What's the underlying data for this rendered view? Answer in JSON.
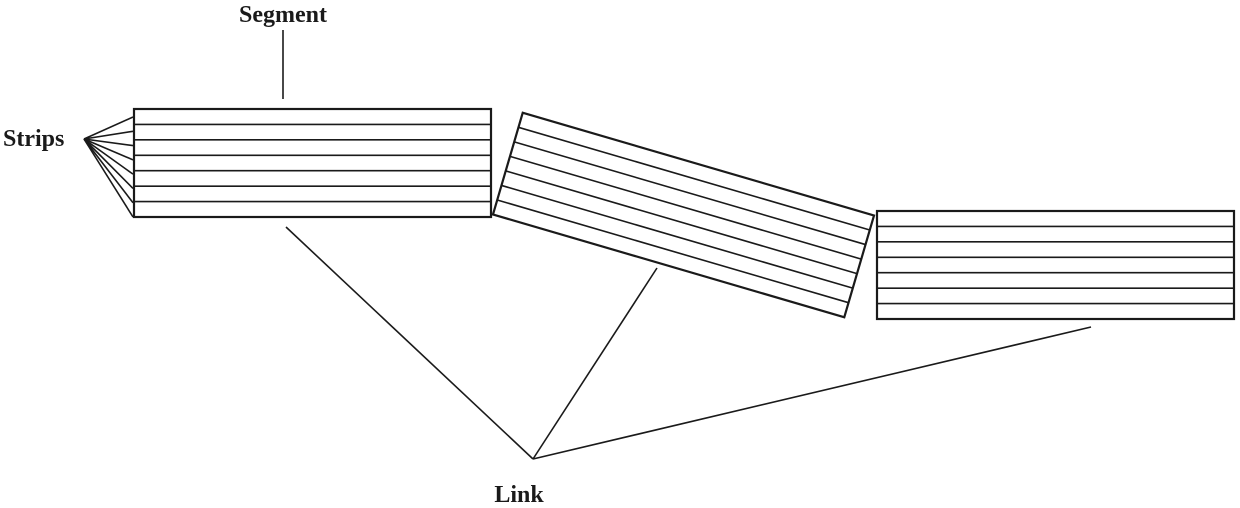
{
  "labels": {
    "segment": "Segment",
    "strips": "Strips",
    "link": "Link"
  },
  "segments": [
    {
      "id": "segment-1",
      "strip_count": 7
    },
    {
      "id": "segment-2",
      "strip_count": 7
    },
    {
      "id": "segment-3",
      "strip_count": 7
    }
  ],
  "colors": {
    "line": "#1a1a1a",
    "background": "#ffffff"
  }
}
